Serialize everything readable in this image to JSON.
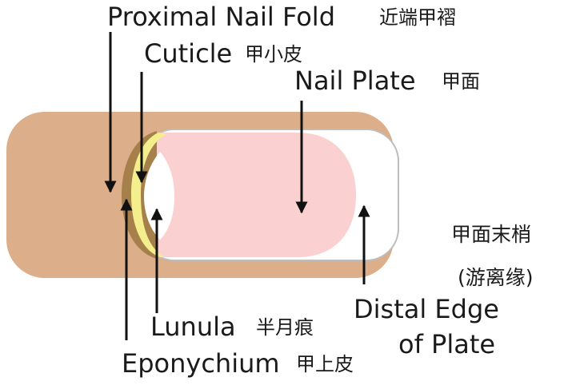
{
  "labels": {
    "proximal_nail_fold": {
      "en": "Proximal Nail Fold",
      "zh": "近端甲褶"
    },
    "cuticle": {
      "en": "Cuticle",
      "zh": "甲小皮"
    },
    "nail_plate": {
      "en": "Nail Plate",
      "zh": "甲面"
    },
    "free_edge": {
      "zh_line1": "甲面末梢",
      "zh_line2": "(游离缘)"
    },
    "distal_edge": {
      "en_line1": "Distal Edge",
      "en_line2": "of Plate"
    },
    "lunula": {
      "en": "Lunula",
      "zh": "半月痕"
    },
    "eponychium": {
      "en": "Eponychium",
      "zh": "甲上皮"
    }
  },
  "colors": {
    "skin": "#dcae89",
    "nail_plate": "#fbd0d0",
    "free_edge": "#ffffff",
    "cuticle_band": "#f4ef8c",
    "eponychium_edge": "#a5804a",
    "outline": "#bdbdbd",
    "arrow": "#111111"
  }
}
